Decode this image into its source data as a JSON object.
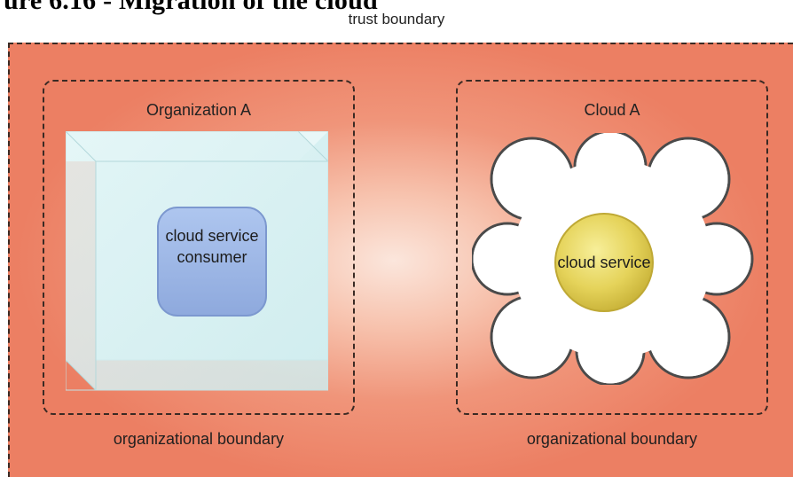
{
  "heading_cut": "ure 6.16 - Migration of the cloud",
  "trust_boundary_label": "trust boundary",
  "left_box": {
    "title": "Organization A",
    "consumer_label": "cloud service consumer",
    "boundary_caption": "organizational boundary"
  },
  "right_box": {
    "title": "Cloud A",
    "service_label": "cloud service",
    "boundary_caption": "organizational boundary"
  },
  "colors": {
    "trust_area": "#ec7f63",
    "glass_box": "#dcf3f4",
    "consumer_node": "#9db8e6",
    "service_node": "#e3d25a",
    "cloud_fill": "#ffffff"
  }
}
